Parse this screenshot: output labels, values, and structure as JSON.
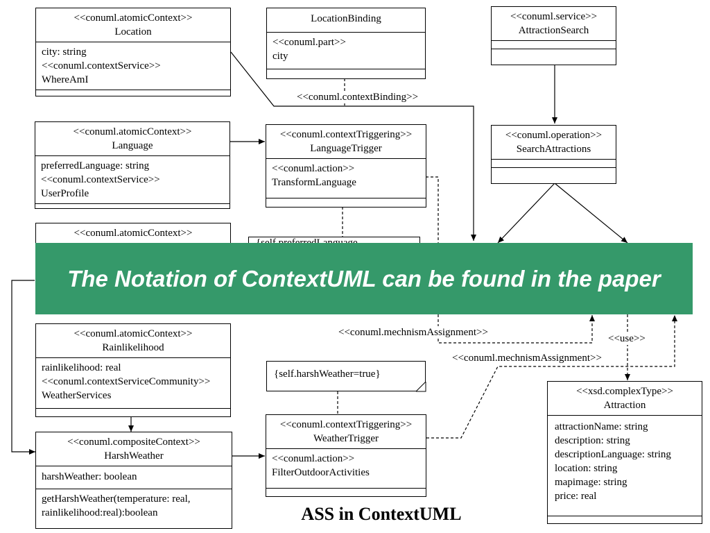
{
  "title": "ASS in ContextUML",
  "banner": "The Notation of ContextUML can be found in the paper",
  "boxes": {
    "location": {
      "stereo": "<<conuml.atomicContext>>",
      "name": "Location",
      "attrs": [
        "city: string",
        "<<conuml.contextService>>",
        "WhereAmI"
      ]
    },
    "location_binding": {
      "stereo": "",
      "name": "LocationBinding",
      "attrs": [
        "<<conuml.part>>",
        "city"
      ]
    },
    "attraction_search": {
      "stereo": "<<conuml.service>>",
      "name": "AttractionSearch"
    },
    "language": {
      "stereo": "<<conuml.atomicContext>>",
      "name": "Language",
      "attrs": [
        "preferredLanguage: string",
        "<<conuml.contextService>>",
        "UserProfile"
      ]
    },
    "language_trigger": {
      "stereo": "<<conuml.contextTriggering>>",
      "name": "LanguageTrigger",
      "attrs": [
        "<<conuml.action>>",
        "TransformLanguage"
      ]
    },
    "search_attractions": {
      "stereo": "<<conuml.operation>>",
      "name": "SearchAttractions"
    },
    "third_context": {
      "stereo": "<<conuml.atomicContext>>"
    },
    "rainlikelihood": {
      "stereo": "<<conuml.atomicContext>>",
      "name": "Rainlikelihood",
      "attrs": [
        "rainlikelihood: real",
        "<<conuml.contextServiceCommunity>>",
        "WeatherServices"
      ]
    },
    "harsh_weather": {
      "stereo": "<<conuml.compositeContext>>",
      "name": "HarshWeather",
      "attrs": [
        "harshWeather: boolean"
      ],
      "ops": [
        "getHarshWeather(temperature: real,",
        "rainlikelihood:real):boolean"
      ]
    },
    "weather_trigger": {
      "stereo": "<<conuml.contextTriggering>>",
      "name": "WeatherTrigger",
      "attrs": [
        "<<conuml.action>>",
        "FilterOutdoorActivities"
      ]
    },
    "attraction": {
      "stereo": "<<xsd.complexType>>",
      "name": "Attraction",
      "attrs": [
        "attractionName: string",
        "description: string",
        "descriptionLanguage: string",
        "location: string",
        "mapimage: string",
        "price: real"
      ]
    }
  },
  "notes": {
    "harsh_note": "{self.harshWeather=true}",
    "lang_note": "{self.preferredLanguage..."
  },
  "labels": {
    "context_binding": "<<conuml.contextBinding>>",
    "mech_assign_1": "<<conuml.mechnismAssignment>>",
    "mech_assign_2": "<<conuml.mechnismAssignment>>",
    "use": "<<use>>"
  }
}
